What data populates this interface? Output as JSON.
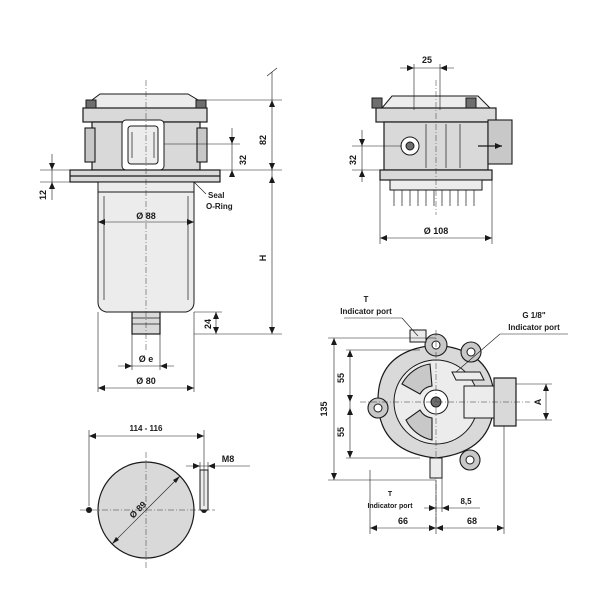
{
  "dimensions": {
    "d25": "25",
    "d82": "82",
    "d32_left": "32",
    "d12": "12",
    "d88": "Ø 88",
    "dH": "H",
    "d24": "24",
    "de": "Ø e",
    "d80": "Ø 80",
    "d32_right": "32",
    "d108": "Ø 108",
    "d114": "114 - 116",
    "dM8": "M8",
    "d89": "Ø 89",
    "d135": "135",
    "d55_top": "55",
    "d55_bottom": "55",
    "dA": "A",
    "d66": "66",
    "d68": "68",
    "d85": "8,5"
  },
  "labels": {
    "seal_line1": "Seal",
    "seal_line2": "O-Ring",
    "t_top_line1": "T",
    "t_top_line2": "Indicator port",
    "g18_line1": "G 1/8\"",
    "g18_line2": "Indicator port",
    "t_bottom_line1": "T",
    "t_bottom_line2": "Indicator port"
  }
}
